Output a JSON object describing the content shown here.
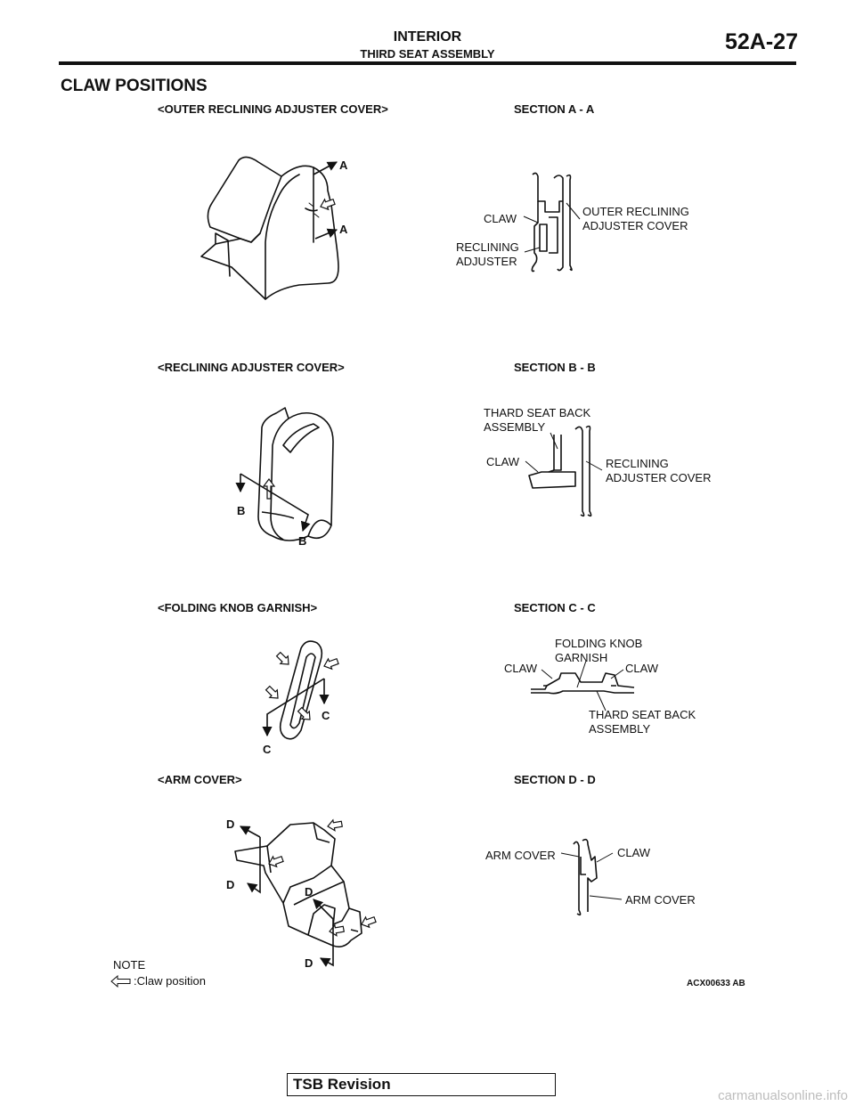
{
  "header": {
    "chapter": "INTERIOR",
    "subchapter": "THIRD SEAT ASSEMBLY",
    "page_number": "52A-27"
  },
  "section_title": "CLAW POSITIONS",
  "panels": [
    {
      "view_title": "<OUTER RECLINING ADJUSTER COVER>",
      "section_title": "SECTION A - A",
      "markers": [
        "A",
        "A"
      ],
      "callouts": [
        "CLAW",
        "RECLINING",
        "ADJUSTER",
        "OUTER RECLINING",
        "ADJUSTER COVER"
      ]
    },
    {
      "view_title": "<RECLINING ADJUSTER COVER>",
      "section_title": "SECTION B - B",
      "markers": [
        "B",
        "B"
      ],
      "callouts": [
        "THARD SEAT BACK",
        "ASSEMBLY",
        "CLAW",
        "RECLINING",
        "ADJUSTER COVER"
      ]
    },
    {
      "view_title": "<FOLDING KNOB GARNISH>",
      "section_title": "SECTION C -  C",
      "markers": [
        "C",
        "C"
      ],
      "callouts": [
        "FOLDING KNOB",
        "GARNISH",
        "CLAW",
        "CLAW",
        "THARD SEAT BACK",
        "ASSEMBLY"
      ]
    },
    {
      "view_title": "<ARM COVER>",
      "section_title": "SECTION D - D",
      "markers": [
        "D",
        "D",
        "D",
        "D"
      ],
      "callouts": [
        "ARM COVER",
        "CLAW",
        "ARM COVER"
      ]
    }
  ],
  "note": {
    "title": "NOTE",
    "legend_text": ":Claw position",
    "legend_icon": "hollow-arrow-left-icon"
  },
  "figure_code": "ACX00633 AB",
  "footer": {
    "revision_label": "TSB Revision",
    "watermark": "carmanualsonline.info"
  }
}
